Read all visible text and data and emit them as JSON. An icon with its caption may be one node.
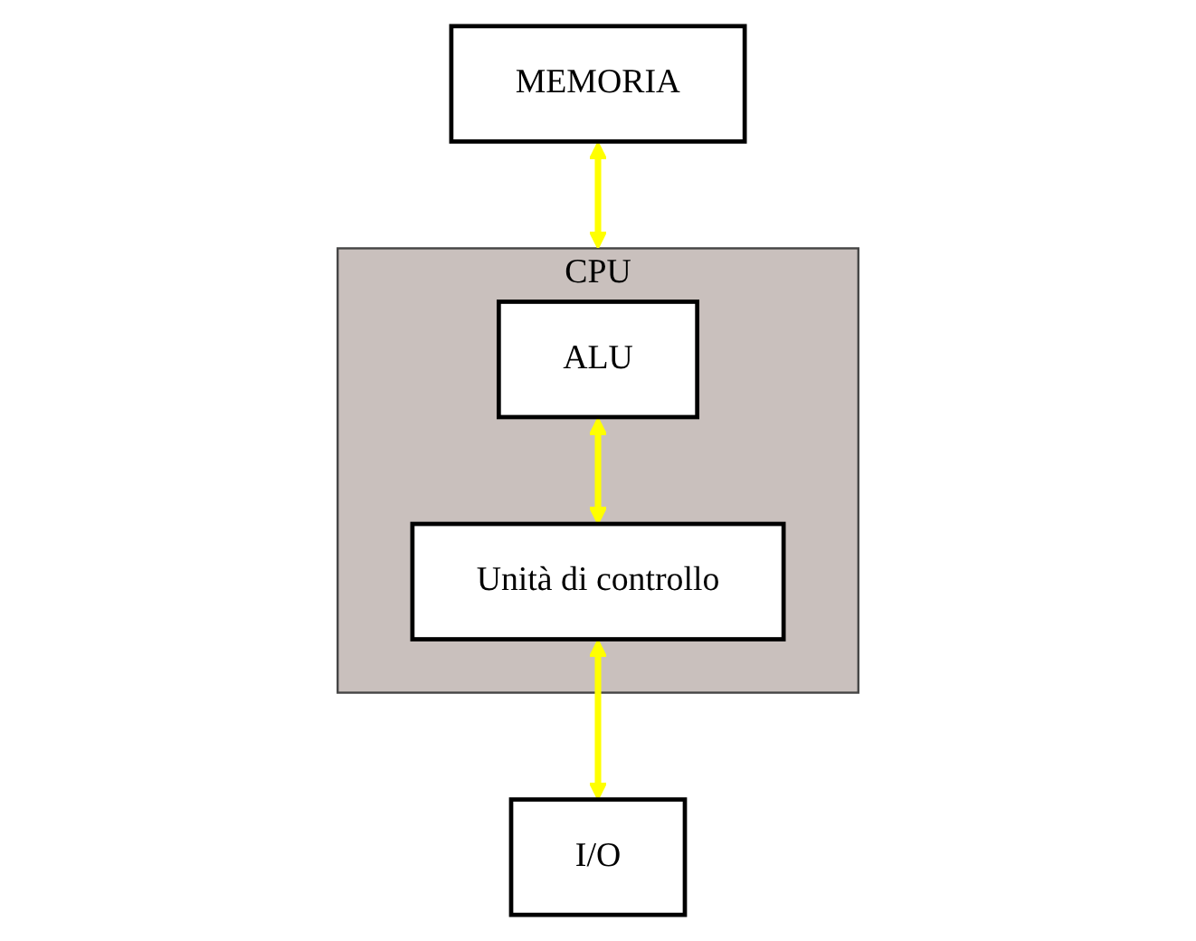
{
  "diagram": {
    "nodes": [
      {
        "text": [
          "CPU"
        ]
      },
      {
        "text": [
          "ALU"
        ],
        "in": 0
      },
      {
        "text": [
          "Unità di controllo"
        ],
        "in": 0
      },
      {
        "text": [
          "MEMORIA"
        ]
      },
      {
        "text": [
          "I/O"
        ]
      }
    ],
    "edges": [
      {
        "from": 3,
        "to": 0,
        "arrow": "both",
        "color": "#ffff00"
      },
      {
        "from": 1,
        "to": 2,
        "arrow": "both",
        "color": "#ffff00"
      },
      {
        "from": 2,
        "to": 4,
        "arrow": "both",
        "color": "#ffff00"
      }
    ]
  }
}
